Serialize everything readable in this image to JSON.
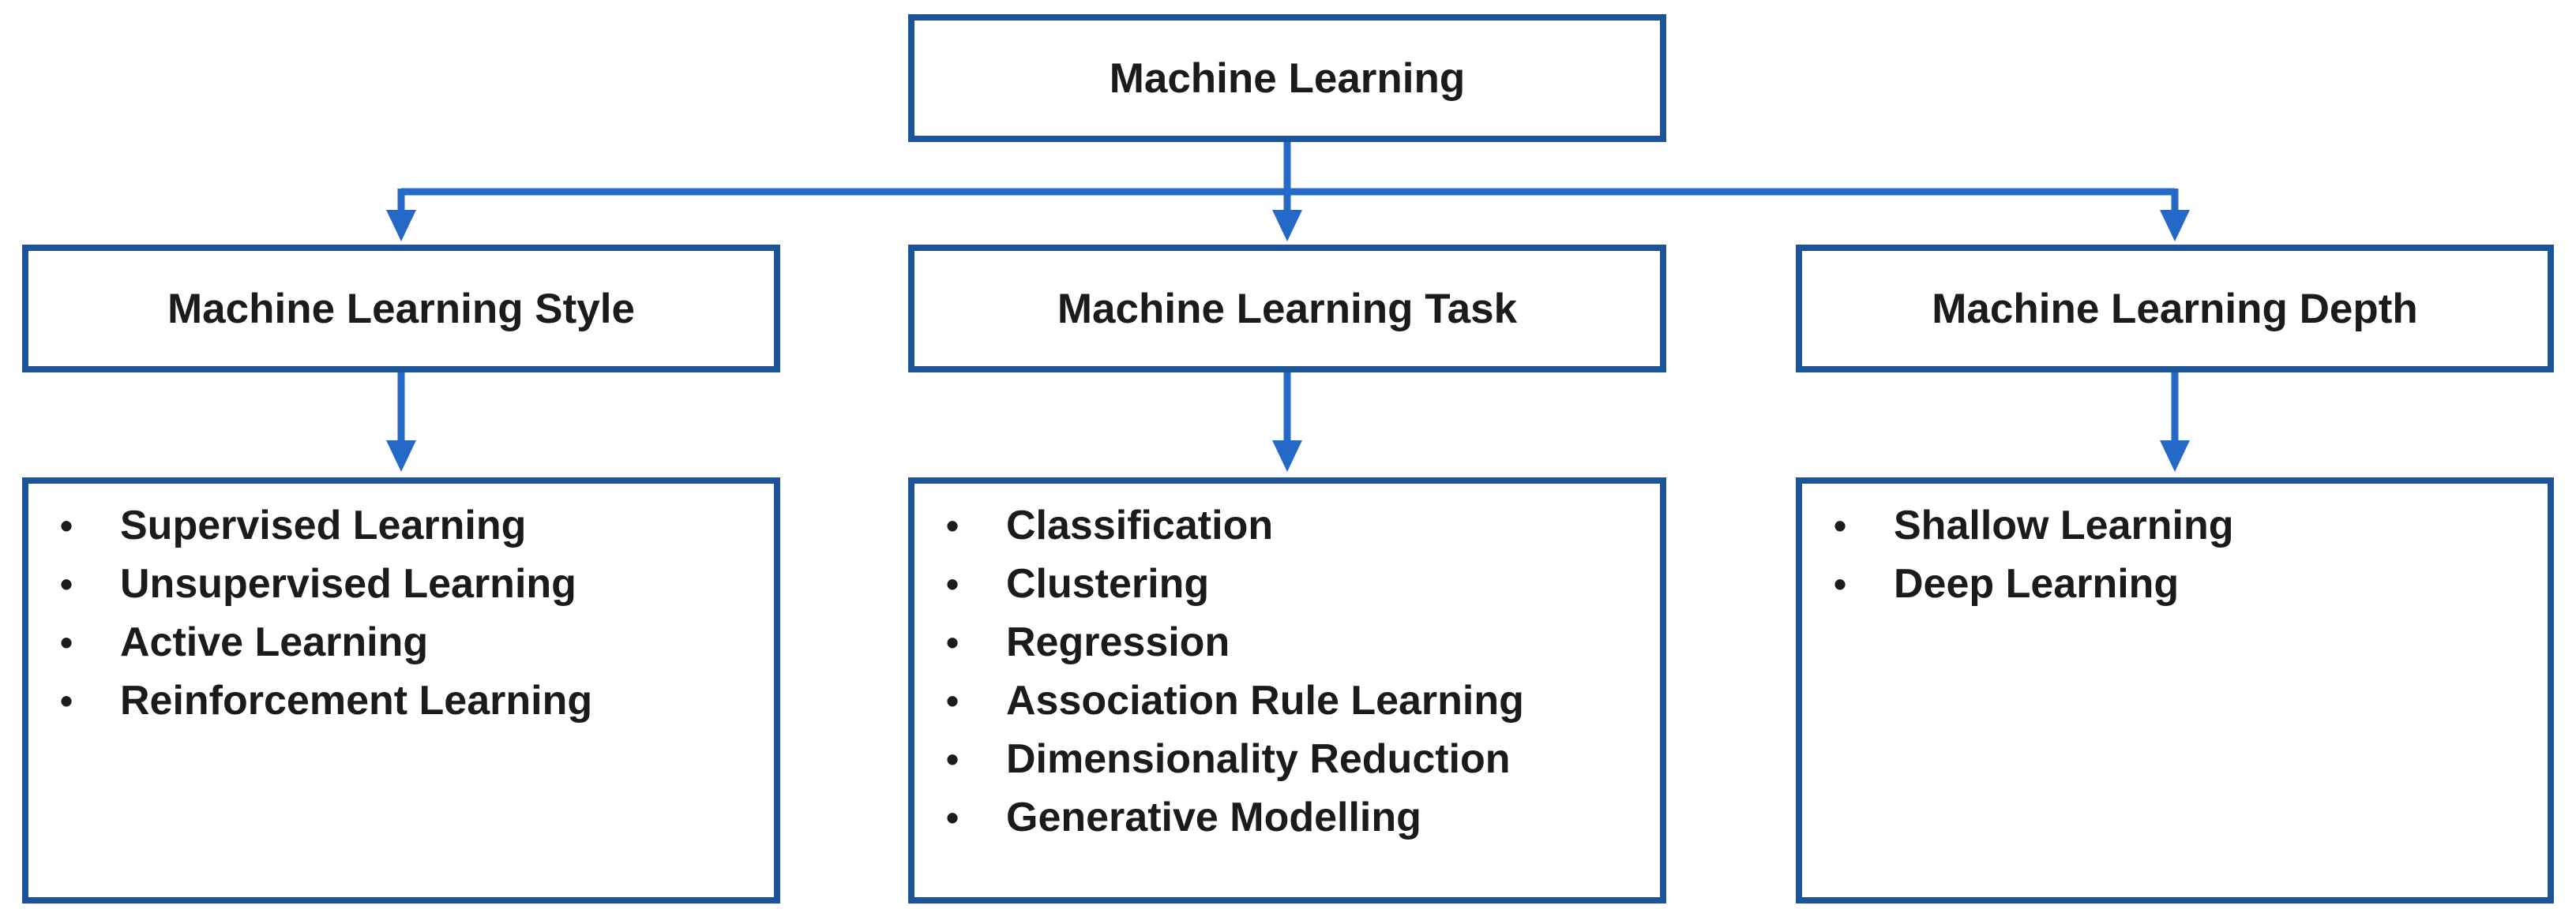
{
  "diagram": {
    "root": {
      "label": "Machine Learning"
    },
    "columns": [
      {
        "id": "style",
        "title": "Machine Learning Style",
        "items": [
          "Supervised Learning",
          "Unsupervised Learning",
          "Active Learning",
          "Reinforcement Learning"
        ]
      },
      {
        "id": "task",
        "title": "Machine Learning Task",
        "items": [
          "Classification",
          "Clustering",
          "Regression",
          "Association Rule Learning",
          "Dimensionality Reduction",
          "Generative Modelling"
        ]
      },
      {
        "id": "depth",
        "title": "Machine Learning Depth",
        "items": [
          "Shallow Learning",
          "Deep Learning"
        ]
      }
    ],
    "colors": {
      "box_border": "#1d5499",
      "connector": "#2468c8",
      "text": "#1b1b1b",
      "background": "#ffffff"
    }
  }
}
